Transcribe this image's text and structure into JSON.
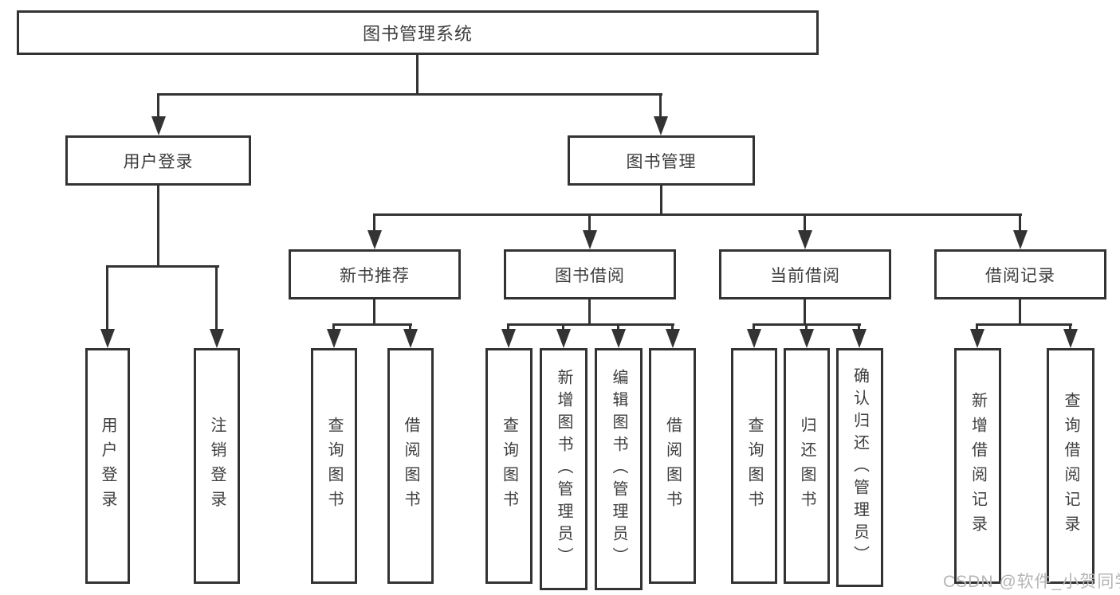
{
  "tree": {
    "root": "图书管理系统",
    "branches": [
      {
        "label": "用户登录",
        "children": [
          "用户登录",
          "注销登录"
        ]
      },
      {
        "label": "图书管理",
        "groups": [
          {
            "label": "新书推荐",
            "children": [
              "查询图书",
              "借阅图书"
            ]
          },
          {
            "label": "图书借阅",
            "children": [
              "查询图书",
              "新增图书（管理员）",
              "编辑图书（管理员）",
              "借阅图书"
            ]
          },
          {
            "label": "当前借阅",
            "children": [
              "查询图书",
              "归还图书",
              "确认归还（管理员）"
            ]
          },
          {
            "label": "借阅记录",
            "children": [
              "新增借阅记录",
              "查询借阅记录"
            ]
          }
        ]
      }
    ]
  },
  "watermark": "CSDN @软件_小贺同学",
  "colors": {
    "line": "#333333",
    "text": "#3d3d3d",
    "watermark": "#b5b5b5",
    "background": "#ffffff"
  }
}
